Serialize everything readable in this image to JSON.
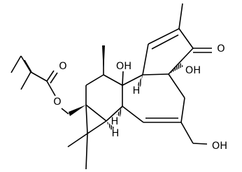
{
  "molecule": {
    "atom_labels": [
      {
        "id": "ester-ether-oxygen",
        "text": "O"
      },
      {
        "id": "ester-carbonyl-oxygen",
        "text": "O"
      },
      {
        "id": "ketone-oxygen",
        "text": "O"
      },
      {
        "id": "hydroxyl-c9",
        "text": "OH"
      },
      {
        "id": "hydroxyl-c4",
        "text": "OH"
      },
      {
        "id": "hydroxymethyl-oh",
        "text": "OH"
      },
      {
        "id": "stereo-h-c10",
        "text": "H"
      },
      {
        "id": "stereo-h-c8",
        "text": "H"
      },
      {
        "id": "stereo-h-c14",
        "text": "H"
      }
    ]
  }
}
